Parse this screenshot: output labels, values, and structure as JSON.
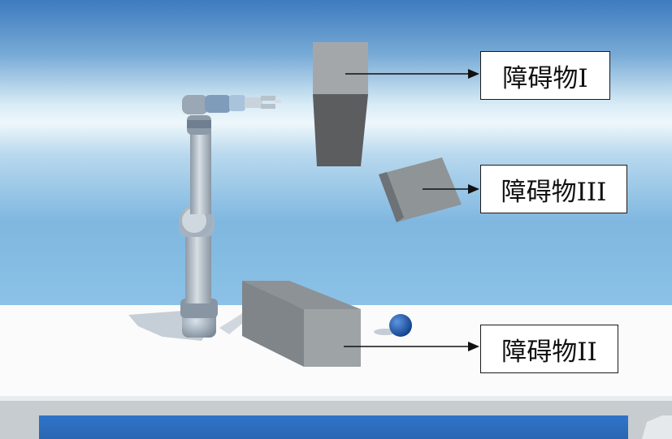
{
  "annotations": {
    "obstacle_1": "障碍物I",
    "obstacle_3": "障碍物III",
    "obstacle_2": "障碍物II"
  },
  "colors": {
    "sky_top": "#3f7fc2",
    "sky_horizon": "#e7f2f8",
    "floor": "#ffffff",
    "box_light": "#a8abad",
    "box_dark": "#5a5c5e",
    "ball": "#1f5fb8",
    "robot_link": "#b9c3cc",
    "robot_joint": "#7f9cb8"
  },
  "icons": [
    "robot-arm-icon",
    "gripper-icon",
    "ball-icon"
  ]
}
